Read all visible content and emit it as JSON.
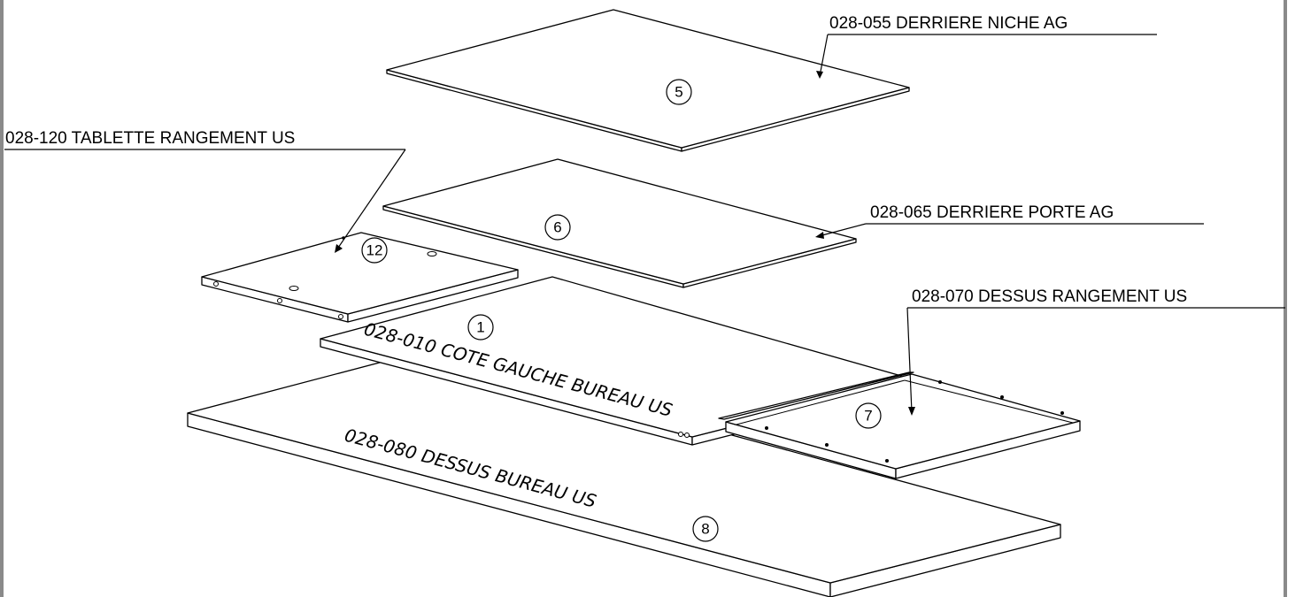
{
  "callouts": {
    "niche": "028-055 DERRIERE NICHE AG",
    "tablette": "028-120 TABLETTE RANGEMENT US",
    "porte": "028-065 DERRIERE PORTE AG",
    "rangement": "028-070 DESSUS RANGEMENT US"
  },
  "balloons": {
    "b5": "5",
    "b6": "6",
    "b12": "12",
    "b1": "1",
    "b7": "7",
    "b8": "8"
  },
  "part_labels": {
    "cote_gauche": "028-010 COTE GAUCHE BUREAU US",
    "dessus_bureau": "028-080 DESSUS BUREAU US"
  }
}
